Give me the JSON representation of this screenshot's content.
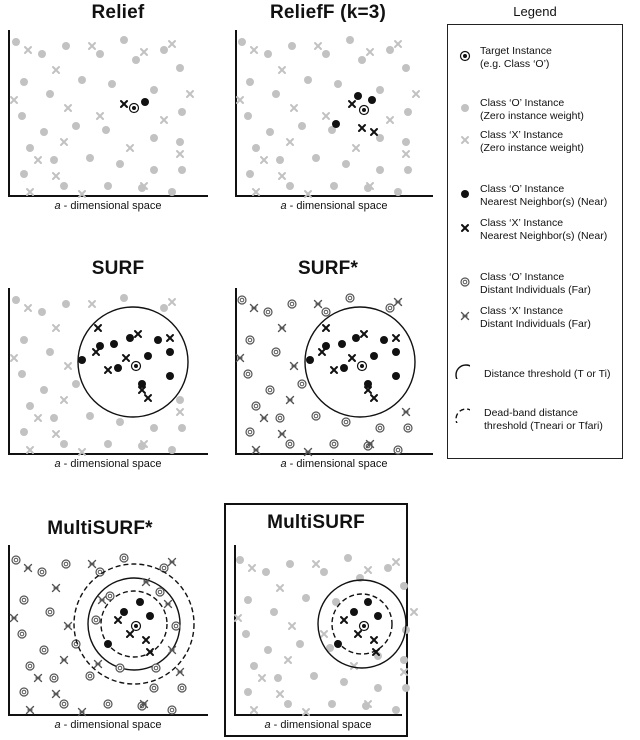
{
  "colors": {
    "gray": "#c2c2c2",
    "black": "#111111",
    "far": "#555555"
  },
  "xaxis": {
    "italic": "a",
    "rest": " - dimensional space"
  },
  "panels": {
    "relief": {
      "title": "Relief"
    },
    "relieff": {
      "title": "ReliefF (k=3)"
    },
    "surf": {
      "title": "SURF"
    },
    "surfstar": {
      "title": "SURF*"
    },
    "multisurfstar": {
      "title": "MultiSURF*"
    },
    "multisurf": {
      "title": "MultiSURF"
    }
  },
  "legend": {
    "title": "Legend",
    "items": [
      {
        "icon": "target-icon",
        "line1": "Target Instance",
        "line2": "(e.g. Class ‘O’)"
      },
      {
        "icon": "gray-dot-icon",
        "line1": "Class ‘O’ Instance",
        "line2": "(Zero instance weight)"
      },
      {
        "icon": "gray-x-icon",
        "line1": "Class ‘X’ Instance",
        "line2": "(Zero instance weight)"
      },
      {
        "icon": "black-dot-icon",
        "line1": "Class ‘O’ Instance",
        "line2": "Nearest Neighbor(s) (Near)"
      },
      {
        "icon": "black-x-icon",
        "line1": "Class ‘X’ Instance",
        "line2": "Nearest Neighbor(s) (Near)"
      },
      {
        "icon": "double-circle-icon",
        "line1": "Class ‘O’ Instance",
        "line2": "Distant Individuals (Far)"
      },
      {
        "icon": "star-x-icon",
        "line1": "Class ‘X’ Instance",
        "line2": "Distant Individuals (Far)"
      },
      {
        "icon": "solid-circle-icon",
        "line1": "Distance threshold (T or Ti)",
        "line2": ""
      },
      {
        "icon": "dashed-circle-icon",
        "line1": "Dead-band distance",
        "line2": "threshold (Tneari or Tfari)"
      }
    ]
  }
}
